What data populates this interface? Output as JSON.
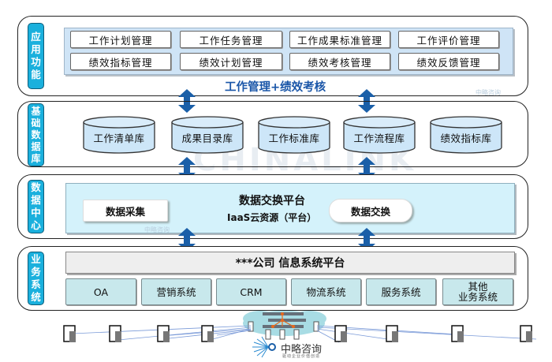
{
  "layers": {
    "application": {
      "label": "应用功能",
      "label_chars": [
        "应",
        "用",
        "功",
        "能"
      ],
      "modules": [
        [
          "工作计划管理",
          "工作任务管理",
          "工作成果标准管理",
          "工作评价管理"
        ],
        [
          "绩效指标管理",
          "绩效计划管理",
          "绩效考核管理",
          "绩效反馈管理"
        ]
      ],
      "caption": "工作管理+绩效考核"
    },
    "database": {
      "label_chars": [
        "基",
        "础",
        "数",
        "据",
        "库"
      ],
      "libraries": [
        "工作清单库",
        "成果目录库",
        "工作标准库",
        "工作流程库",
        "绩效指标库"
      ]
    },
    "data_center": {
      "label_chars": [
        "数",
        "据",
        "中",
        "心"
      ],
      "title": "数据交换平台",
      "subtitle": "IaaS云资源（平台）",
      "left_button": "数据采集",
      "right_button": "数据交换"
    },
    "business": {
      "label_chars": [
        "业",
        "务",
        "系",
        "统"
      ],
      "platform": "***公司 信息系统平台",
      "systems": [
        "OA",
        "营销系统",
        "CRM",
        "物流系统",
        "服务系统"
      ],
      "other_line1": "其他",
      "other_line2": "业务系统"
    }
  },
  "network": {
    "logo_text": "中略咨询",
    "logo_tagline": "驱动企业价值创造",
    "terminal_count": 8
  },
  "watermark": {
    "text": "CHINALINK",
    "small_text": "中略咨询"
  },
  "colors": {
    "accent_blue": "#1a56a8",
    "label_cyan": "#1ab0dd",
    "arrow_blue": "#1a5fa8",
    "panel_blue": "#cfe4f6",
    "system_teal": "#c8e8ec"
  }
}
